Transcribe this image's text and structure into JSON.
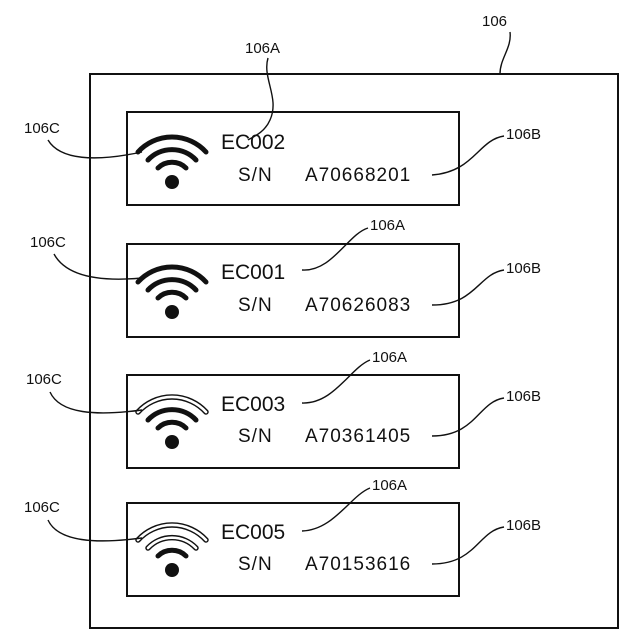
{
  "panel": {
    "ref_label": "106"
  },
  "devices": [
    {
      "name": "EC002",
      "serial_prefix": "S/N",
      "serial": "A70668201",
      "signal_arcs": 3,
      "signal_style": "solid",
      "label_name": "106A",
      "label_serial": "106B",
      "label_icon": "106C"
    },
    {
      "name": "EC001",
      "serial_prefix": "S/N",
      "serial": "A70626083",
      "signal_arcs": 3,
      "signal_style": "solid",
      "label_name": "106A",
      "label_serial": "106B",
      "label_icon": "106C"
    },
    {
      "name": "EC003",
      "serial_prefix": "S/N",
      "serial": "A70361405",
      "signal_arcs": 2,
      "signal_style": "outlined-top-arc",
      "label_name": "106A",
      "label_serial": "106B",
      "label_icon": "106C"
    },
    {
      "name": "EC005",
      "serial_prefix": "S/N",
      "serial": "A70153616",
      "signal_arcs": 1,
      "signal_style": "outlined-top-two-arcs",
      "label_name": "106A",
      "label_serial": "106B",
      "label_icon": "106C"
    }
  ],
  "colors": {
    "line": "#111111",
    "background": "#ffffff"
  },
  "icons": {
    "signal": "wifi-signal-icon"
  }
}
